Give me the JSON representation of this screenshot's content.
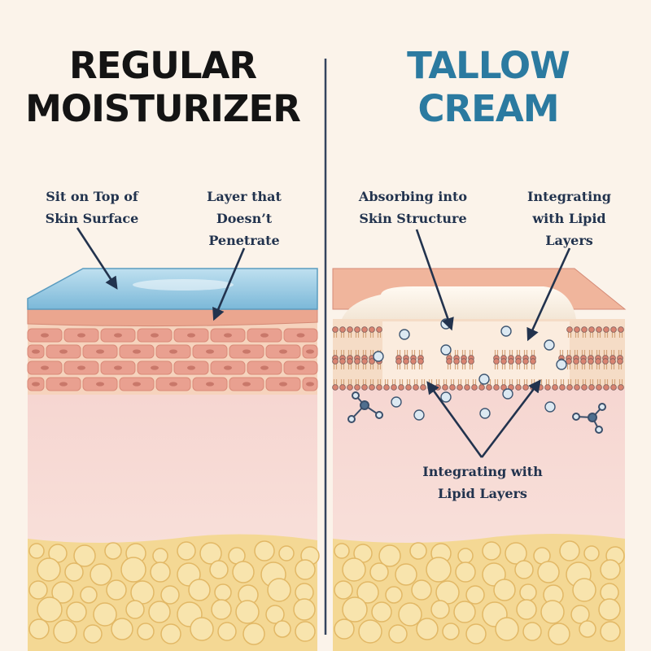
{
  "colors": {
    "title_left": "#141414",
    "title_right": "#2b7aa0",
    "label": "#22334e",
    "divider": "#34445e",
    "moisturizer_layer": "#8fc6e2",
    "skin_cells": "#e89b8a",
    "dermis": "#f6d9d4",
    "fat": "#f4d894",
    "lipid_head": "#d98471",
    "molecule": "#dce9f2"
  },
  "left_panel": {
    "title_line1": "REGULAR",
    "title_line2": "MOISTURIZER",
    "label_top_left_line1": "Sit on Top of",
    "label_top_left_line2": "Skin Surface",
    "label_top_right_line1": "Layer that",
    "label_top_right_line2": "Doesn’t",
    "label_top_right_line3": "Penetrate"
  },
  "right_panel": {
    "title_line1": "TALLOW",
    "title_line2": "CREAM",
    "label_top_left_line1": "Absorbing into",
    "label_top_left_line2": "Skin Structure",
    "label_top_right_line1": "Integrating",
    "label_top_right_line2": "with Lipid",
    "label_top_right_line3": "Layers",
    "label_bottom_line1": "Integrating with",
    "label_bottom_line2": "Lipid Layers"
  }
}
